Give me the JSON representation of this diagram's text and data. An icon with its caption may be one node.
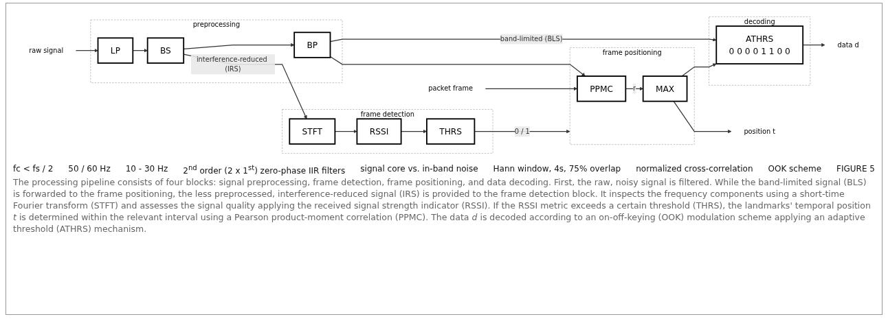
{
  "diagram": {
    "caption": "The processing pipeline consists of four blocks: signal preprocessing, frame detection, frame positioning, and data decoding. First, the raw, noisy signal is filtered. While the band-limited signal (BLS) is forwarded to the frame positioning, the less preprocessed, interference-reduced signal (IRS) is provided to the frame detection block. It inspects the frequency components using a short-time Fourier transform (STFT) and assesses the signal quality applying the received signal strength indicator (RSSI). If the RSSI metric exceeds a certain threshold (THRS),  the landmarks' temporal position *t* is determined within the relevant interval using a Pearson product-moment correlation (PPMC). The data *d* is decoded according to an on-off-keying (OOK) modulation scheme applying an adaptive threshold (ATHRS) mechanism.",
    "nodes": [
      {
        "text": [
          "preprocessing"
        ]
      },
      {
        "text": [
          "raw signal"
        ]
      },
      {
        "text": [
          "LP"
        ],
        "in": 0
      },
      {
        "text": [
          "BS"
        ],
        "in": 0
      },
      {
        "text": [
          "BP"
        ],
        "in": 0
      },
      {
        "text": [
          "frame detection"
        ]
      },
      {
        "text": [
          "STFT"
        ],
        "in": 5
      },
      {
        "text": [
          "RSSI"
        ],
        "in": 5
      },
      {
        "text": [
          "THRS"
        ],
        "in": 5
      },
      {
        "text": [
          "frame positioning"
        ]
      },
      {
        "text": [
          "PPMC"
        ],
        "in": 9
      },
      {
        "text": [
          "MAX"
        ],
        "in": 9
      },
      {
        "text": [
          "packet frame"
        ]
      },
      {
        "text": [
          "decoding"
        ]
      },
      {
        "text": [
          "ATHRS",
          "0 0 0 0 1 1 0 0"
        ],
        "in": 13
      },
      {
        "text": [
          "data d"
        ]
      },
      {
        "text": [
          "position t"
        ]
      }
    ],
    "edges": [
      {
        "from": 1,
        "to": 2,
        "arrow": "to"
      },
      {
        "from": 2,
        "to": 3,
        "arrow": "to"
      },
      {
        "from": 3,
        "to": 4,
        "arrow": "to"
      },
      {
        "from": 3,
        "to": 6,
        "arrow": "to",
        "label": "interference-reduced (IRS)"
      },
      {
        "from": 4,
        "to": 14,
        "arrow": "to",
        "label": "band-limited (BLS)"
      },
      {
        "from": 4,
        "to": 10,
        "arrow": "to"
      },
      {
        "from": 6,
        "to": 7,
        "arrow": "to"
      },
      {
        "from": 7,
        "to": 8,
        "arrow": "to"
      },
      {
        "from": 8,
        "to": 9,
        "arrow": "to",
        "label": "0 / 1"
      },
      {
        "from": 12,
        "to": 10,
        "arrow": "to"
      },
      {
        "from": 10,
        "to": 11,
        "arrow": "to",
        "label": "r"
      },
      {
        "from": 11,
        "to": 14,
        "arrow": "to"
      },
      {
        "from": 14,
        "to": 15,
        "arrow": "to"
      },
      {
        "from": 11,
        "to": 16,
        "arrow": "to"
      }
    ],
    "labels": [
      "fc < fs / 2",
      "50 / 60 Hz",
      "10 - 30 Hz",
      "2$^{nd}$ order (2 x 1$^{st}$) zero-phase IIR filters",
      "signal core vs. in-band noise",
      "Hann window, 4s, 75% overlap",
      "normalized cross-correlation",
      "OOK scheme",
      "FIGURE 5"
    ]
  }
}
